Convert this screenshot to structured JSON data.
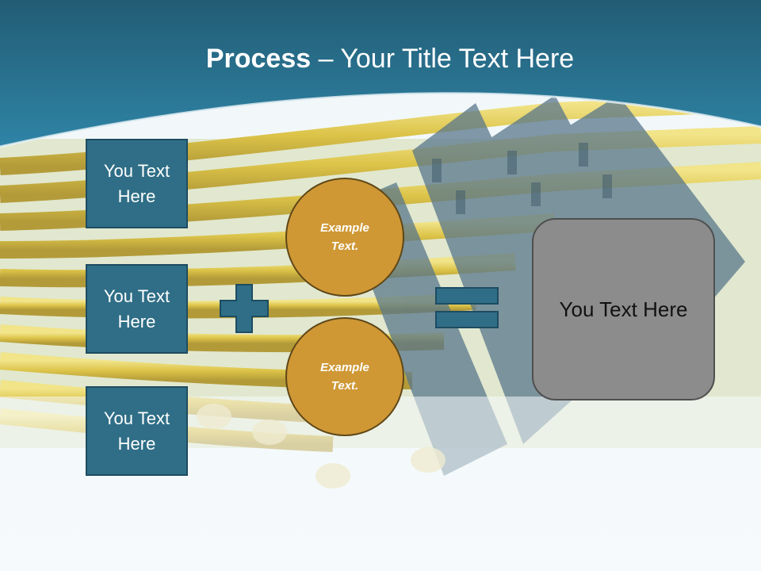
{
  "slide": {
    "title_bold": "Process",
    "title_rest": " – Your Title Text Here"
  },
  "steps": [
    {
      "label": "You Text Here"
    },
    {
      "label": "You Text Here"
    },
    {
      "label": "You Text Here"
    }
  ],
  "circles": [
    {
      "label": "Example Text."
    },
    {
      "label": "Example Text."
    }
  ],
  "result": {
    "label": "You Text Here"
  },
  "colors": {
    "header": "#2a6f8c",
    "step_fill": "#2f6e86",
    "circle_fill": "#cf9835",
    "result_fill": "#8c8c8c",
    "cable": "#e6c93a"
  },
  "icons": [
    "plus-icon",
    "equals-icon"
  ]
}
